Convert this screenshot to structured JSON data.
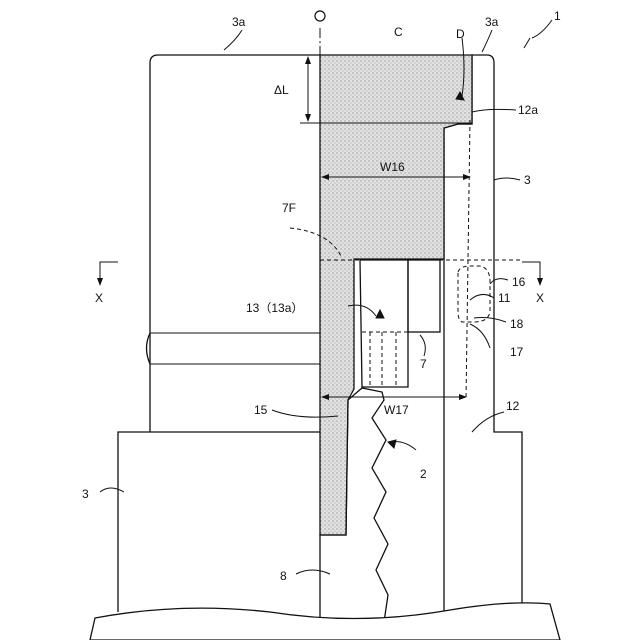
{
  "figure": {
    "labels": {
      "origin": "O",
      "top_left_3a": "3a",
      "top_right_3a": "3a",
      "C": "C",
      "D": "D",
      "ref_1": "1",
      "delta_L": "ΔL",
      "ref_12a": "12a",
      "W16": "W16",
      "ref_3_right": "3",
      "ref_7F": "7F",
      "ref_16": "16",
      "X_left": "X",
      "X_right": "X",
      "ref_11": "11",
      "ref_13": "13（13a）",
      "ref_18": "18",
      "ref_7": "7",
      "ref_17": "17",
      "ref_15": "15",
      "W17": "W17",
      "ref_12": "12",
      "ref_2": "2",
      "ref_3_left": "3",
      "ref_8": "8"
    }
  }
}
